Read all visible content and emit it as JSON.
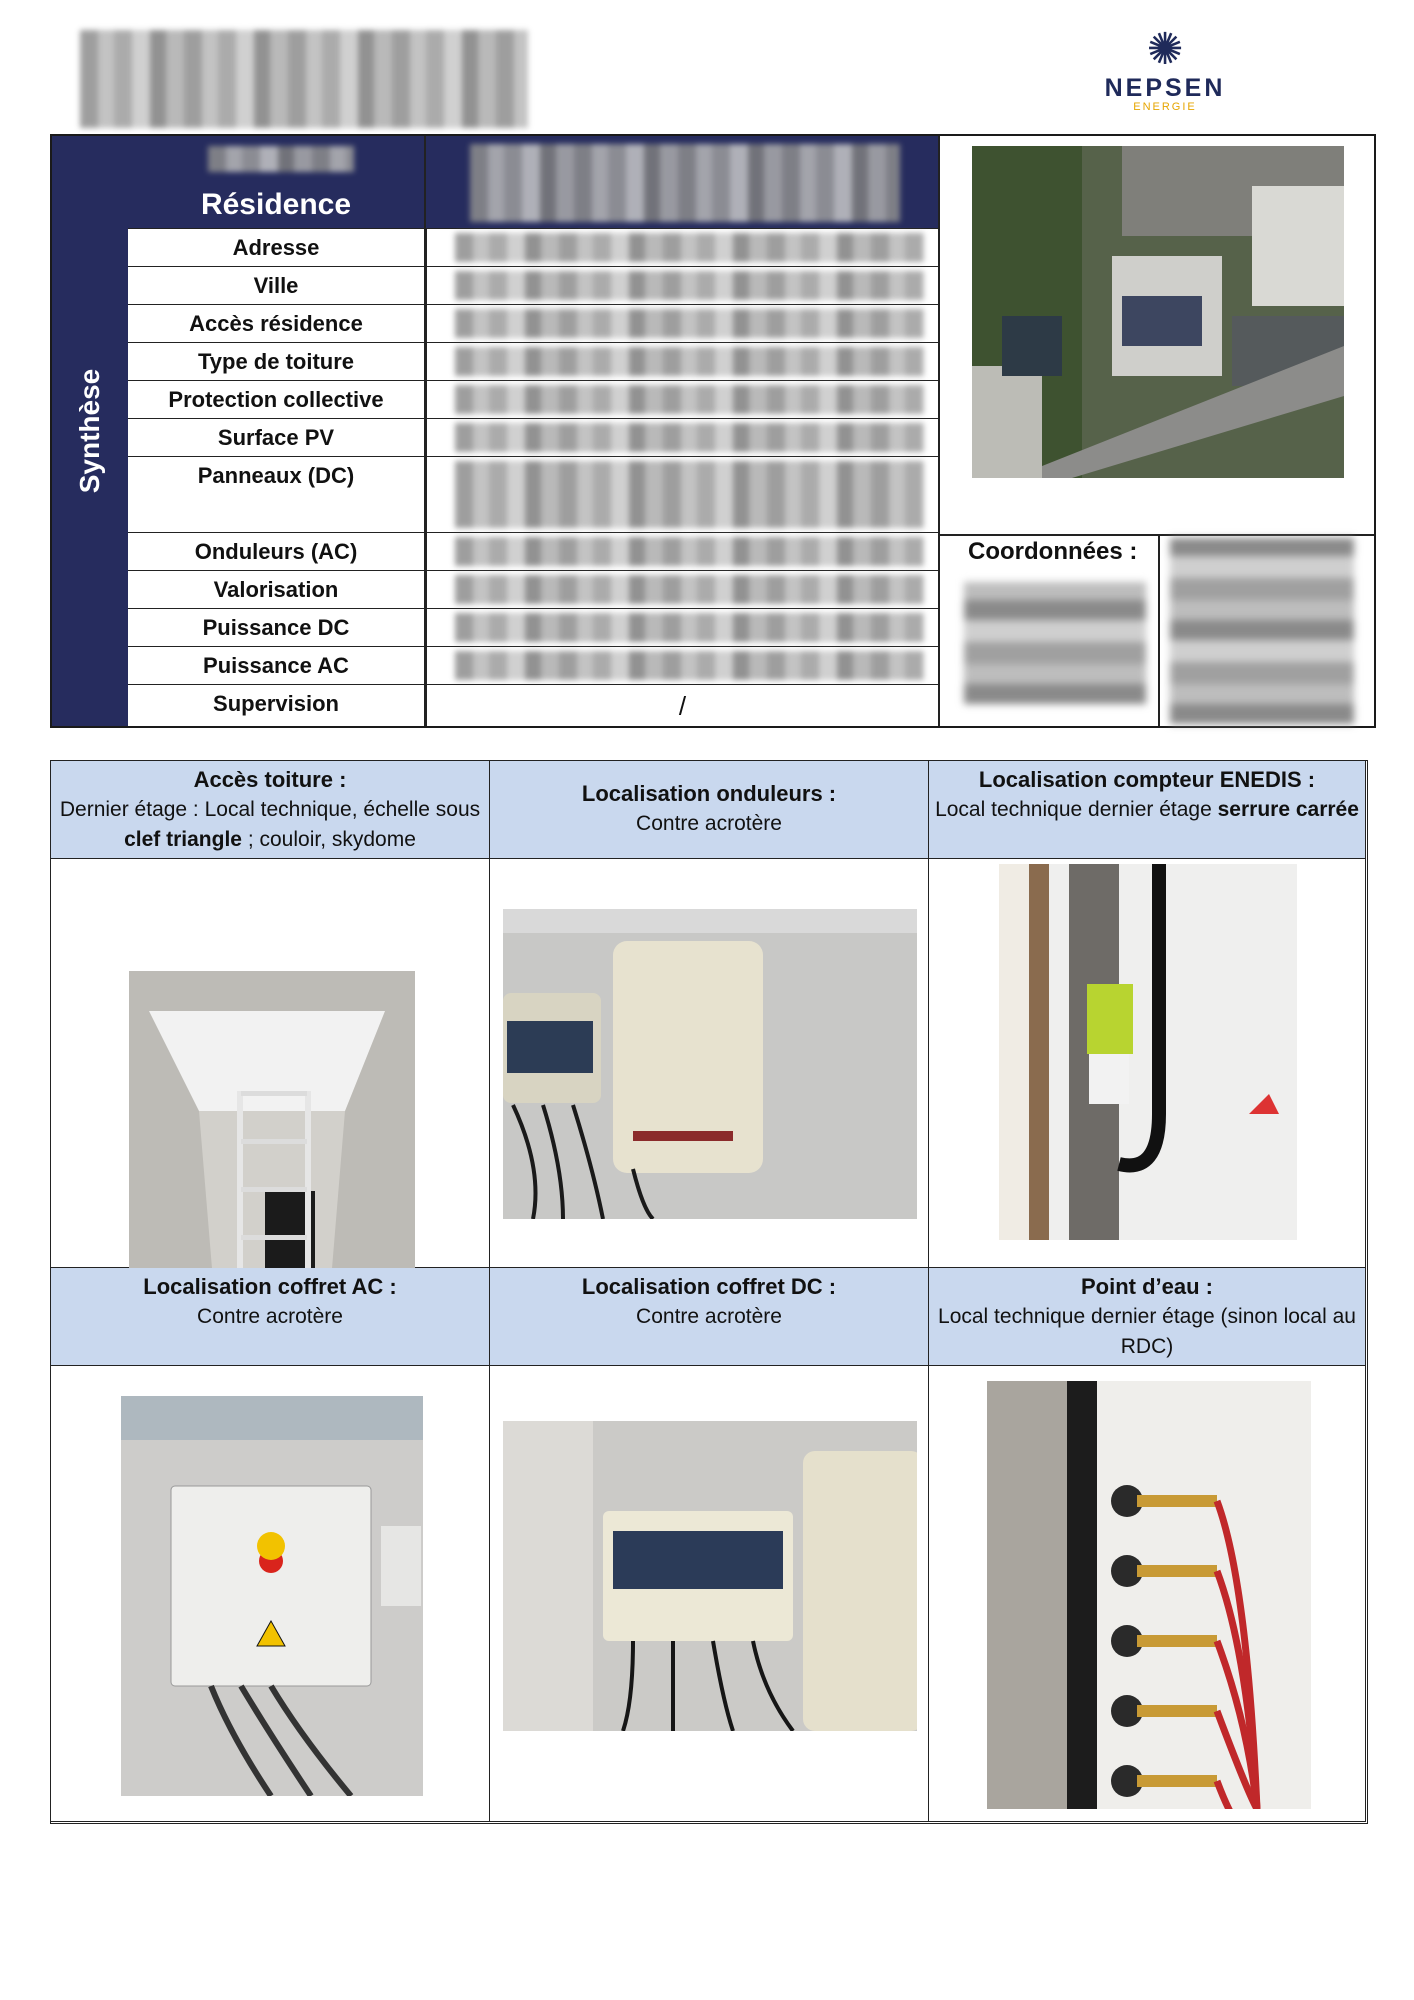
{
  "header": {
    "logo": {
      "name": "NEPSEN",
      "sub": "ENERGIE"
    }
  },
  "synthese": {
    "band_label": "Synthèse",
    "title": "Résidence",
    "rows": [
      {
        "label": "Adresse"
      },
      {
        "label": "Ville"
      },
      {
        "label": "Accès résidence"
      },
      {
        "label": "Type de toiture"
      },
      {
        "label": "Protection collective"
      },
      {
        "label": "Surface PV"
      },
      {
        "label": "Panneaux (DC)"
      },
      {
        "label": "Onduleurs (AC)"
      },
      {
        "label": "Valorisation"
      },
      {
        "label": "Puissance DC"
      },
      {
        "label": "Puissance AC"
      },
      {
        "label": "Supervision",
        "value": "/"
      }
    ],
    "coord_label": "Coordonnées :"
  },
  "sections": [
    {
      "title": "Accès toiture :",
      "desc_parts": [
        "Dernier étage : Local technique, échelle sous ",
        "clef triangle",
        " ; couloir, skydome"
      ],
      "photo": "ladder-photo"
    },
    {
      "title": "Localisation onduleurs :",
      "desc": "Contre acrotère",
      "photo": "inverter-photo"
    },
    {
      "title": "Localisation compteur ENEDIS :",
      "desc_parts": [
        "Local technique dernier étage ",
        "serrure carrée",
        ""
      ],
      "photo": "meter-photo"
    },
    {
      "title": "Localisation coffret AC :",
      "desc": "Contre acrotère",
      "photo": "ac-box-photo"
    },
    {
      "title": "Localisation coffret DC :",
      "desc": "Contre acrotère",
      "photo": "dc-box-photo"
    },
    {
      "title": "Point d’eau :",
      "desc": "Local technique dernier étage (sinon local au RDC)",
      "photo": "water-point-photo"
    }
  ]
}
